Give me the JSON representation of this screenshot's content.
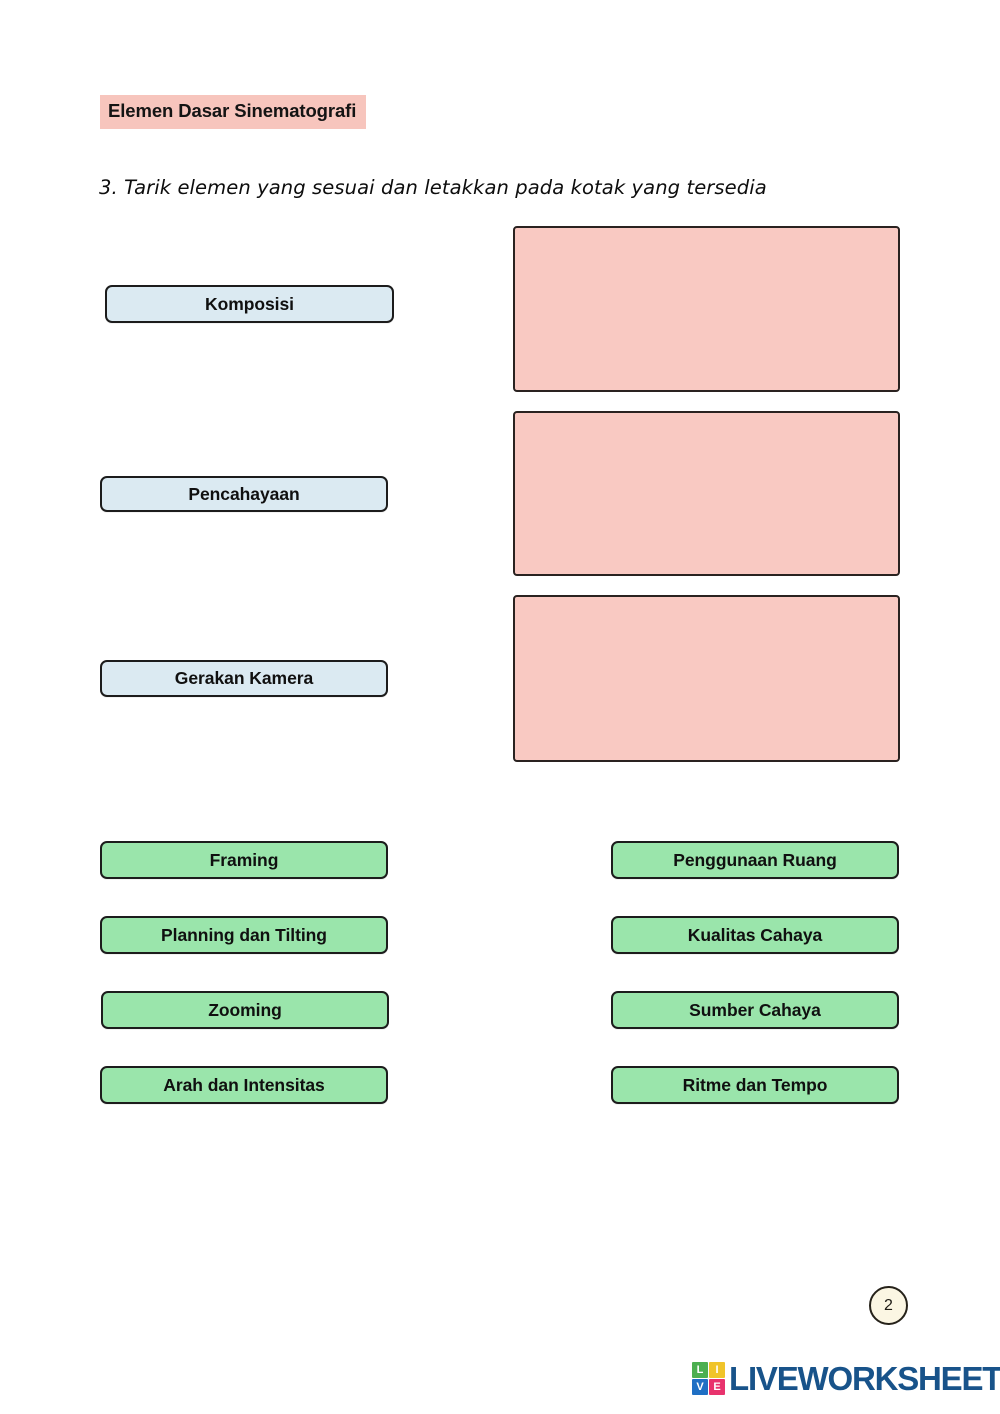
{
  "worksheet": {
    "title": "Elemen Dasar Sinematografi",
    "instruction": "3. Tarik elemen yang sesuai dan letakkan pada kotak yang tersedia",
    "page_number": "2"
  },
  "colors": {
    "title_highlight": "#f7c5bd",
    "category_fill": "#dbeaf2",
    "dropzone_fill": "#f9c9c2",
    "answer_fill": "#9ae5ab",
    "border": "#1c1c1c",
    "logo_text": "#18538a",
    "page_circle_fill": "#fbf6e3"
  },
  "categories": [
    {
      "label": "Komposisi"
    },
    {
      "label": "Pencahayaan"
    },
    {
      "label": "Gerakan Kamera"
    }
  ],
  "dropzones": [
    {
      "label": "",
      "for_category": "Komposisi"
    },
    {
      "label": "",
      "for_category": "Pencahayaan"
    },
    {
      "label": "",
      "for_category": "Gerakan Kamera"
    }
  ],
  "answer_bank": {
    "left_column": [
      {
        "label": "Framing"
      },
      {
        "label": "Planning dan Tilting"
      },
      {
        "label": "Zooming"
      },
      {
        "label": "Arah dan Intensitas"
      }
    ],
    "right_column": [
      {
        "label": "Penggunaan Ruang"
      },
      {
        "label": "Kualitas Cahaya"
      },
      {
        "label": "Sumber Cahaya"
      },
      {
        "label": "Ritme dan Tempo"
      }
    ]
  },
  "branding": {
    "tiles": [
      "L",
      "I",
      "V",
      "E"
    ],
    "wordmark": "LIVEWORKSHEETS"
  }
}
